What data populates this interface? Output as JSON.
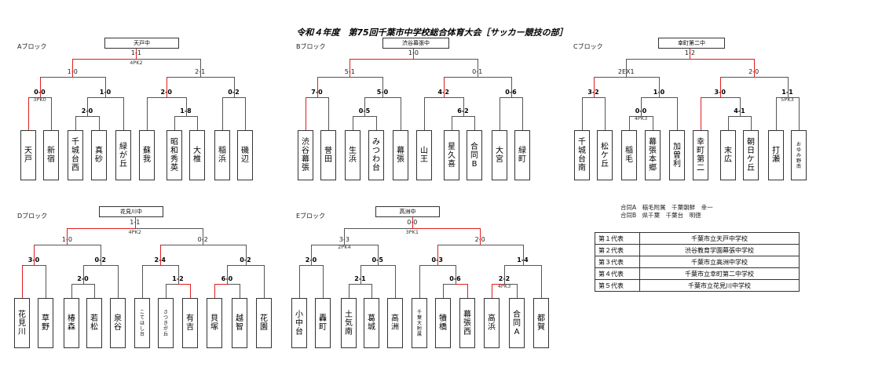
{
  "title": "令和４年度　第75回千葉市中学校総合体育大会［サッカー競技の部］",
  "blocks": [
    {
      "label": "Aブロック",
      "winner": "天戸中",
      "final": {
        "score": "1-1",
        "pk": "4PK2"
      },
      "semis": [
        {
          "score": "1-0",
          "pk": ""
        },
        {
          "score": "2-1",
          "pk": ""
        }
      ],
      "qf": [
        {
          "score": "0-0",
          "pk": "3PK0"
        },
        {
          "score": "1-0",
          "pk": ""
        },
        {
          "score": "2-0",
          "pk": ""
        },
        {
          "score": "0-2",
          "pk": ""
        }
      ],
      "r1": [
        {
          "score": "2-0",
          "pk": ""
        },
        {
          "score": "1-8",
          "pk": ""
        }
      ],
      "teams": [
        "天\n戸",
        "新\n宿",
        "千\n城\n台\n西",
        "真\n砂",
        "緑\nが\n丘",
        "蘇\n我",
        "昭\n和\n秀\n英",
        "大\n椎",
        "稲\n浜",
        "磯\n辺"
      ]
    },
    {
      "label": "Bブロック",
      "winner": "渋谷幕張中",
      "final": {
        "score": "1-0",
        "pk": ""
      },
      "semis": [
        {
          "score": "5-1",
          "pk": ""
        },
        {
          "score": "0-1",
          "pk": ""
        }
      ],
      "qf": [
        {
          "score": "7-0",
          "pk": ""
        },
        {
          "score": "5-0",
          "pk": ""
        },
        {
          "score": "4-2",
          "pk": ""
        },
        {
          "score": "0-6",
          "pk": ""
        }
      ],
      "r1": [
        {
          "score": "0-5",
          "pk": ""
        },
        {
          "score": "6-2",
          "pk": ""
        }
      ],
      "teams": [
        "渋\n谷\n幕\n張",
        "誉\n田",
        "生\n浜",
        "み\nつ\nわ\n台",
        "幕\n張",
        "山\n王",
        "星\n久\n喜",
        "合\n同\nB",
        "大\n宮",
        "緑\n町"
      ]
    },
    {
      "label": "Cブロック",
      "winner": "幸町第二中",
      "final": {
        "score": "1-2",
        "pk": ""
      },
      "semis": [
        {
          "score": "2EX1",
          "pk": ""
        },
        {
          "score": "2-0",
          "pk": ""
        }
      ],
      "qf": [
        {
          "score": "3-2",
          "pk": ""
        },
        {
          "score": "1-0",
          "pk": ""
        },
        {
          "score": "3-0",
          "pk": ""
        },
        {
          "score": "1-1",
          "pk": "5PK3"
        }
      ],
      "r1": [
        {
          "score": "0-0",
          "pk": "4PK3"
        },
        {
          "score": "4-1",
          "pk": ""
        }
      ],
      "teams": [
        "千\n城\n台\n南",
        "松\nケ\n丘",
        "稲\n毛",
        "幕\n張\n本\n郷",
        "加\n曽\n利",
        "幸\n町\n第\n二",
        "末\n広",
        "朝\n日\nケ\n丘",
        "打\n瀬",
        "お\nゆ\nみ\n野\n南"
      ]
    },
    {
      "label": "Dブロック",
      "winner": "花見川中",
      "final": {
        "score": "1-1",
        "pk": "4PK2"
      },
      "semis": [
        {
          "score": "1-0",
          "pk": ""
        },
        {
          "score": "0-2",
          "pk": ""
        }
      ],
      "qf": [
        {
          "score": "3-0",
          "pk": ""
        },
        {
          "score": "0-2",
          "pk": ""
        },
        {
          "score": "2-4",
          "pk": ""
        },
        {
          "score": "0-2",
          "pk": ""
        }
      ],
      "r1": [
        {
          "score": "2-0",
          "pk": ""
        },
        {
          "score": "1-2",
          "pk": ""
        },
        {
          "score": "6-0",
          "pk": ""
        }
      ],
      "teams": [
        "花\n見\n川",
        "草\n野",
        "椿\n森",
        "若\n松",
        "泉\n谷",
        "こ\nて\nは\nし\n台",
        "さ\nつ\nき\nが\n丘",
        "有\n吉",
        "貝\n塚",
        "越\n智",
        "花\n園"
      ]
    },
    {
      "label": "Eブロック",
      "winner": "高洲中",
      "final": {
        "score": "0-0",
        "pk": "3PK1"
      },
      "semis": [
        {
          "score": "3-3",
          "pk": "2PK4"
        },
        {
          "score": "2-0",
          "pk": ""
        }
      ],
      "qf": [
        {
          "score": "2-0",
          "pk": ""
        },
        {
          "score": "0-5",
          "pk": ""
        },
        {
          "score": "0-3",
          "pk": ""
        },
        {
          "score": "1-4",
          "pk": ""
        }
      ],
      "r1": [
        {
          "score": "2-1",
          "pk": ""
        },
        {
          "score": "0-6",
          "pk": ""
        },
        {
          "score": "2-2",
          "pk": "4PK3"
        }
      ],
      "teams": [
        "小\n中\n台",
        "轟\n町",
        "土\n気\n南",
        "葛\n城",
        "高\n洲",
        "千\n葉\n大\n附\n属",
        "犢\n橋",
        "幕\n張\n西",
        "高\n浜",
        "合\n同\nA",
        "都\n賀"
      ]
    }
  ],
  "legend": {
    "line1": "合同A　稲毛附属　千葉朝鮮　幸一",
    "line2": "合同B　県千葉　千葉台　明徳"
  },
  "representatives": [
    {
      "rank": "第１代表",
      "school": "千葉市立天戸中学校"
    },
    {
      "rank": "第２代表",
      "school": "渋谷教育学園幕張中学校"
    },
    {
      "rank": "第３代表",
      "school": "千葉市立高洲中学校"
    },
    {
      "rank": "第４代表",
      "school": "千葉市立幸町第二中学校"
    },
    {
      "rank": "第５代表",
      "school": "千葉市立花見川中学校"
    }
  ],
  "colors": {
    "winner_path": "#e01e1e",
    "line": "#555555"
  }
}
